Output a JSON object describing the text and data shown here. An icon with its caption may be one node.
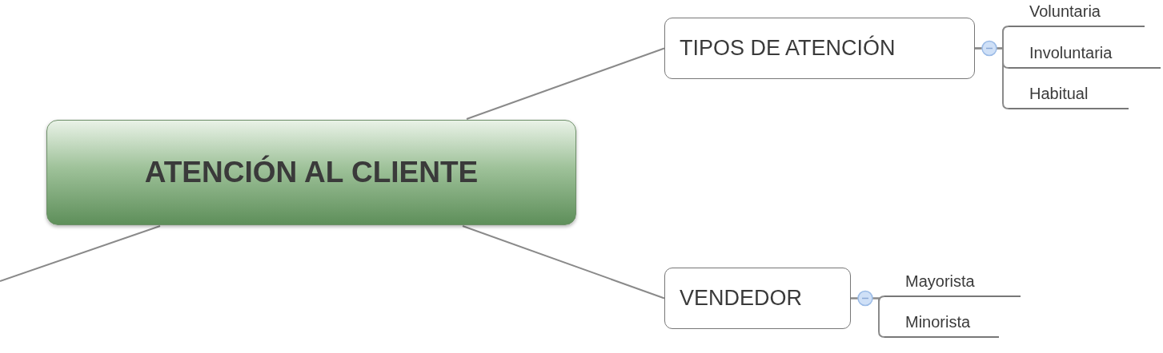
{
  "diagram": {
    "nodes": [
      {
        "text": [
          "ATENCIÓN AL CLIENTE"
        ]
      },
      {
        "text": [
          "TIPOS DE ATENCIÓN"
        ]
      },
      {
        "text": [
          "Voluntaria"
        ]
      },
      {
        "text": [
          "Involuntaria"
        ]
      },
      {
        "text": [
          "Habitual"
        ]
      },
      {
        "text": [
          "VENDEDOR"
        ]
      },
      {
        "text": [
          "Mayorista"
        ]
      },
      {
        "text": [
          "Minorista"
        ]
      }
    ],
    "edges": [
      {
        "from": 0,
        "to": 1,
        "arrow": "none"
      },
      {
        "from": 0,
        "to": 5,
        "arrow": "none"
      },
      {
        "from": 0,
        "to": null,
        "arrow": "none"
      },
      {
        "from": 1,
        "to": 2,
        "arrow": "none"
      },
      {
        "from": 1,
        "to": 3,
        "arrow": "none"
      },
      {
        "from": 1,
        "to": 4,
        "arrow": "none"
      },
      {
        "from": 5,
        "to": 6,
        "arrow": "none"
      },
      {
        "from": 5,
        "to": 7,
        "arrow": "none"
      }
    ]
  }
}
